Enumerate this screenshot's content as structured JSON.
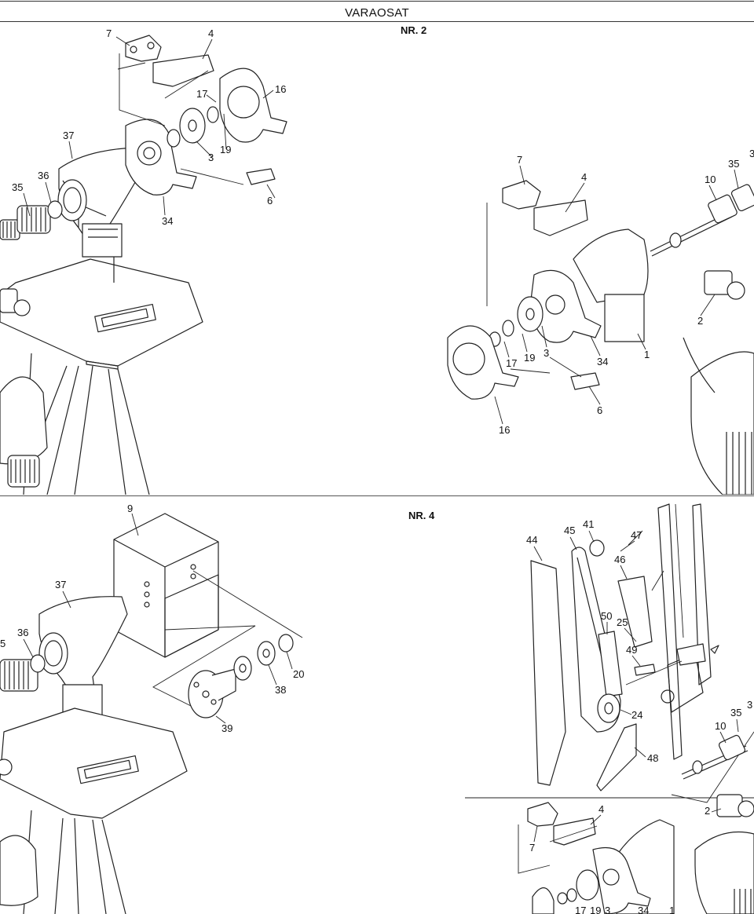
{
  "page": {
    "title": "VARAOSAT",
    "sections": {
      "nr2": "NR. 2",
      "nr4": "NR. 4"
    }
  },
  "callouts": {
    "top_left": [
      "7",
      "4",
      "17",
      "16",
      "37",
      "36",
      "35",
      "19",
      "3",
      "6",
      "34"
    ],
    "top_right": [
      "7",
      "4",
      "10",
      "35",
      "3",
      "2",
      "1",
      "34",
      "17",
      "19",
      "3",
      "6",
      "16"
    ],
    "bot_left": [
      "9",
      "37",
      "5",
      "36",
      "20",
      "38",
      "39"
    ],
    "bot_right": [
      "44",
      "45",
      "41",
      "47",
      "46",
      "50",
      "25",
      "49",
      "24",
      "48",
      "10",
      "35",
      "3",
      "2",
      "4",
      "7",
      "17",
      "19",
      "3",
      "34",
      "1"
    ]
  }
}
